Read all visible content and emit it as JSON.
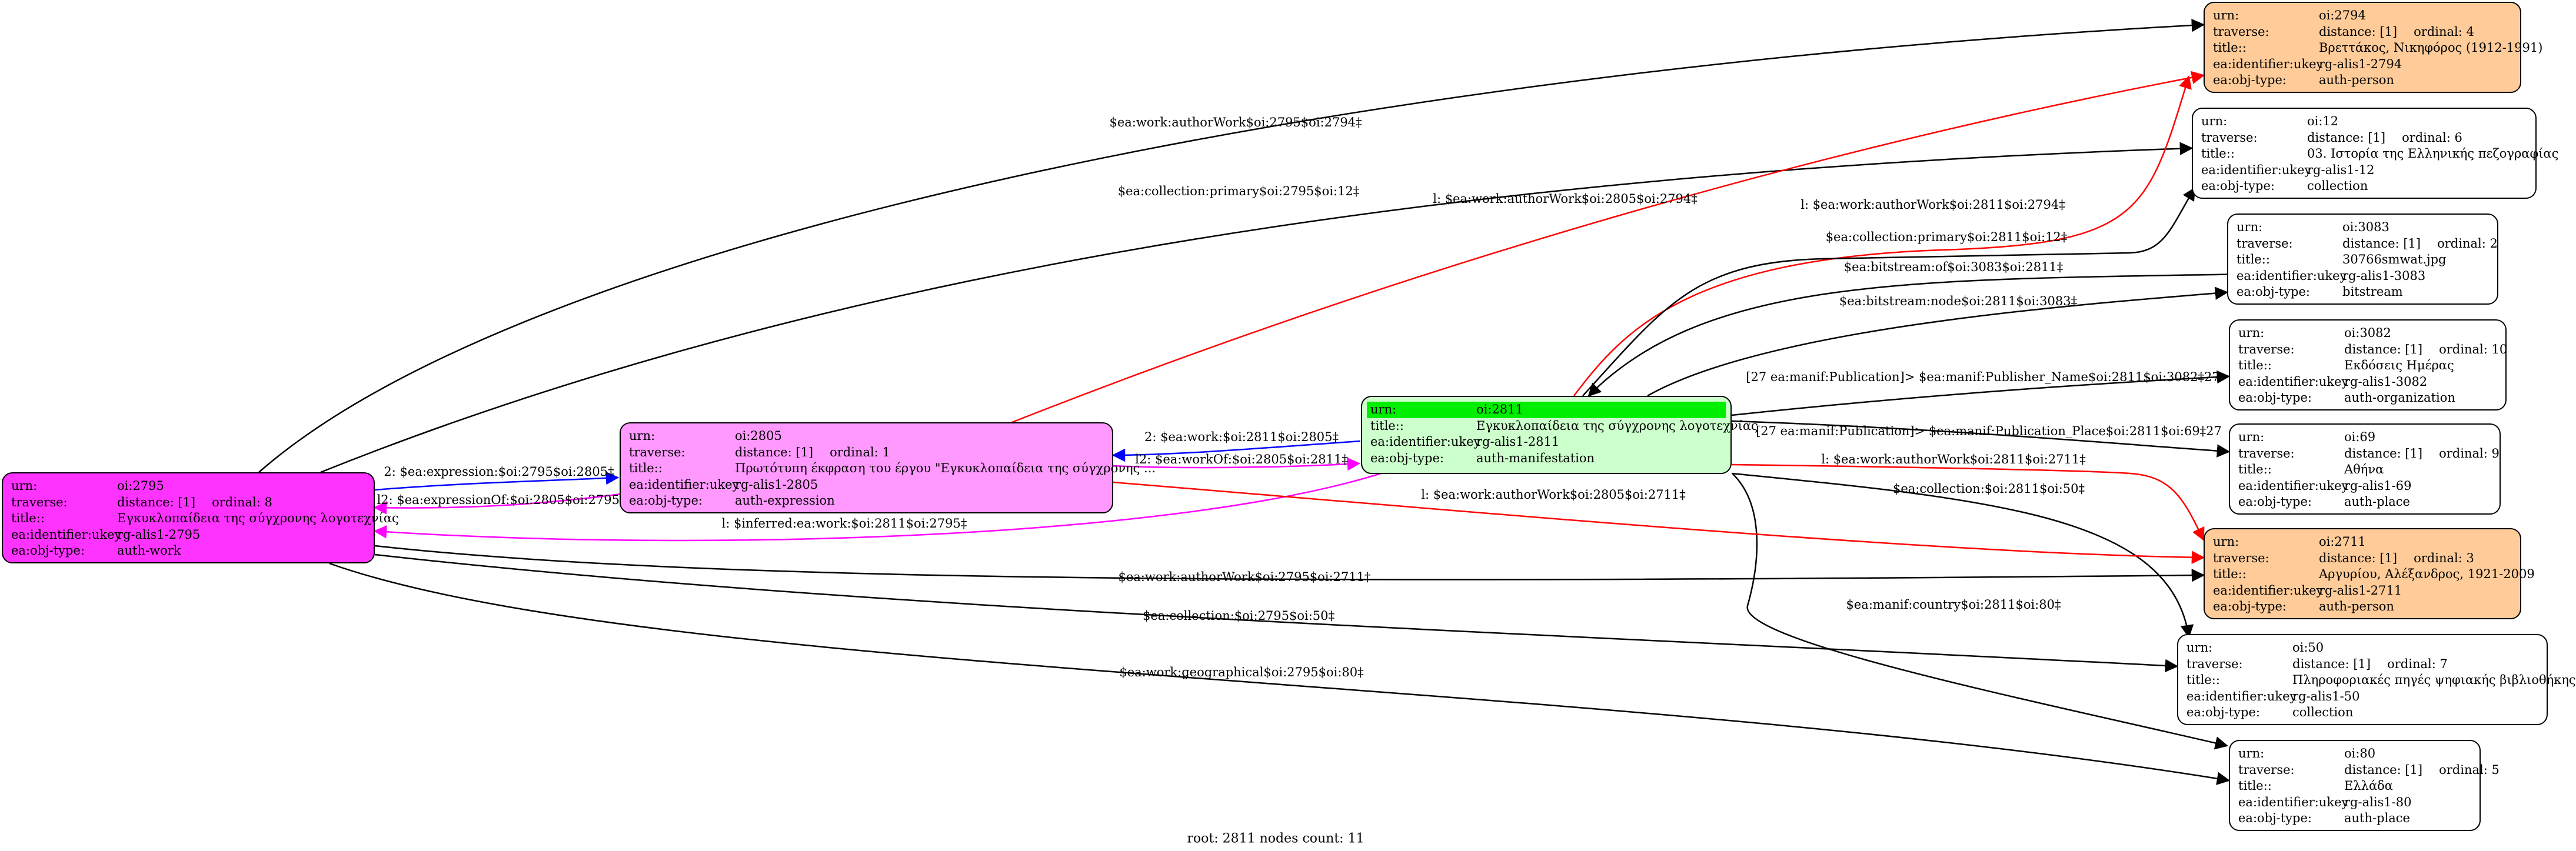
{
  "field_labels": {
    "urn": "urn:",
    "traverse": "traverse:",
    "title": "title::",
    "ukey": "ea:identifier:ukey",
    "objtype": "ea:obj-type:"
  },
  "colors": {
    "work": "#ff33ff",
    "expression": "#ff99ff",
    "manifestation": "#ccffcc",
    "manifestation_head": "#00ee00",
    "person": "#ffcc99",
    "default": "#ffffff",
    "edge_black": "#000000",
    "edge_red": "#ff0000",
    "edge_blue": "#0000ff",
    "edge_magenta": "#ff00ff"
  },
  "nodes": {
    "oi2795": {
      "urn": "oi:2795",
      "traverse": "distance: [1]",
      "ordinal": "ordinal: 8",
      "title": "Εγκυκλοπαίδεια της σύγχρονης λογοτεχνίας",
      "ukey": "rg-alis1-2795",
      "objtype": "auth-work"
    },
    "oi2805": {
      "urn": "oi:2805",
      "traverse": "distance: [1]",
      "ordinal": "ordinal: 1",
      "title": "Πρωτότυπη έκφραση του έργου \"Εγκυκλοπαίδεια της σύγχρονης ...",
      "ukey": "rg-alis1-2805",
      "objtype": "auth-expression"
    },
    "oi2811": {
      "urn": "oi:2811",
      "title": "Εγκυκλοπαίδεια της σύγχρονης λογοτεχνίας",
      "ukey": "rg-alis1-2811",
      "objtype": "auth-manifestation"
    },
    "oi2794": {
      "urn": "oi:2794",
      "traverse": "distance: [1]",
      "ordinal": "ordinal: 4",
      "title": "Βρεττάκος, Νικηφόρος (1912-1991)",
      "ukey": "rg-alis1-2794",
      "objtype": "auth-person"
    },
    "oi12": {
      "urn": "oi:12",
      "traverse": "distance: [1]",
      "ordinal": "ordinal: 6",
      "title": "03. Ιστορία της Ελληνικής πεζογραφίας",
      "ukey": "rg-alis1-12",
      "objtype": "collection"
    },
    "oi3083": {
      "urn": "oi:3083",
      "traverse": "distance: [1]",
      "ordinal": "ordinal: 2",
      "title": "30766smwat.jpg",
      "ukey": "rg-alis1-3083",
      "objtype": "bitstream"
    },
    "oi3082": {
      "urn": "oi:3082",
      "traverse": "distance: [1]",
      "ordinal": "ordinal: 10",
      "title": "Εκδόσεις Ημέρας",
      "ukey": "rg-alis1-3082",
      "objtype": "auth-organization"
    },
    "oi69": {
      "urn": "oi:69",
      "traverse": "distance: [1]",
      "ordinal": "ordinal: 9",
      "title": "Αθήνα",
      "ukey": "rg-alis1-69",
      "objtype": "auth-place"
    },
    "oi2711": {
      "urn": "oi:2711",
      "traverse": "distance: [1]",
      "ordinal": "ordinal: 3",
      "title": "Αργυρίου, Αλέξανδρος, 1921-2009",
      "ukey": "rg-alis1-2711",
      "objtype": "auth-person"
    },
    "oi50": {
      "urn": "oi:50",
      "traverse": "distance: [1]",
      "ordinal": "ordinal: 7",
      "title": "Πληροφοριακές πηγές ψηφιακής βιβλιοθήκης",
      "ukey": "rg-alis1-50",
      "objtype": "collection"
    },
    "oi80": {
      "urn": "oi:80",
      "traverse": "distance: [1]",
      "ordinal": "ordinal: 5",
      "title": "Ελλάδα",
      "ukey": "rg-alis1-80",
      "objtype": "auth-place"
    }
  },
  "edges": [
    {
      "id": "e1",
      "label": "$ea:work:authorWork$oi:2795$oi:2794‡"
    },
    {
      "id": "e2",
      "label": "$ea:collection:primary$oi:2795$oi:12‡"
    },
    {
      "id": "e3",
      "label": "l: $ea:work:authorWork$oi:2805$oi:2794‡"
    },
    {
      "id": "e4",
      "label": "l: $ea:work:authorWork$oi:2811$oi:2794‡"
    },
    {
      "id": "e5",
      "label": "$ea:collection:primary$oi:2811$oi:12‡"
    },
    {
      "id": "e6",
      "label": "$ea:bitstream:of$oi:3083$oi:2811‡"
    },
    {
      "id": "e7",
      "label": "$ea:bitstream:node$oi:2811$oi:3083‡"
    },
    {
      "id": "e8",
      "label": "[27 ea:manif:Publication]> $ea:manif:Publisher_Name$oi:2811$oi:3082‡27"
    },
    {
      "id": "e9",
      "label": "[27 ea:manif:Publication]> $ea:manif:Publication_Place$oi:2811$oi:69‡27"
    },
    {
      "id": "e10",
      "label": "l: $ea:work:authorWork$oi:2811$oi:2711‡"
    },
    {
      "id": "e11",
      "label": "$ea:collection:$oi:2811$oi:50‡"
    },
    {
      "id": "e12",
      "label": "$ea:manif:country$oi:2811$oi:80‡"
    },
    {
      "id": "e13",
      "label": "2: $ea:work:$oi:2811$oi:2805‡"
    },
    {
      "id": "e14",
      "label": "l2: $ea:workOf:$oi:2805$oi:2811‡"
    },
    {
      "id": "e15",
      "label": "2: $ea:expression:$oi:2795$oi:2805‡"
    },
    {
      "id": "e16",
      "label": "l2: $ea:expressionOf:$oi:2805$oi:2795‡"
    },
    {
      "id": "e17",
      "label": "l: $inferred:ea:work:$oi:2811$oi:2795‡"
    },
    {
      "id": "e18",
      "label": "l: $ea:work:authorWork$oi:2805$oi:2711‡"
    },
    {
      "id": "e19",
      "label": "$ea:work:authorWork$oi:2795$oi:2711‡"
    },
    {
      "id": "e20",
      "label": "$ea:collection:$oi:2795$oi:50‡"
    },
    {
      "id": "e21",
      "label": "$ea:work:geographical$oi:2795$oi:80‡"
    }
  ],
  "footer": "root: 2811 nodes count: 11"
}
